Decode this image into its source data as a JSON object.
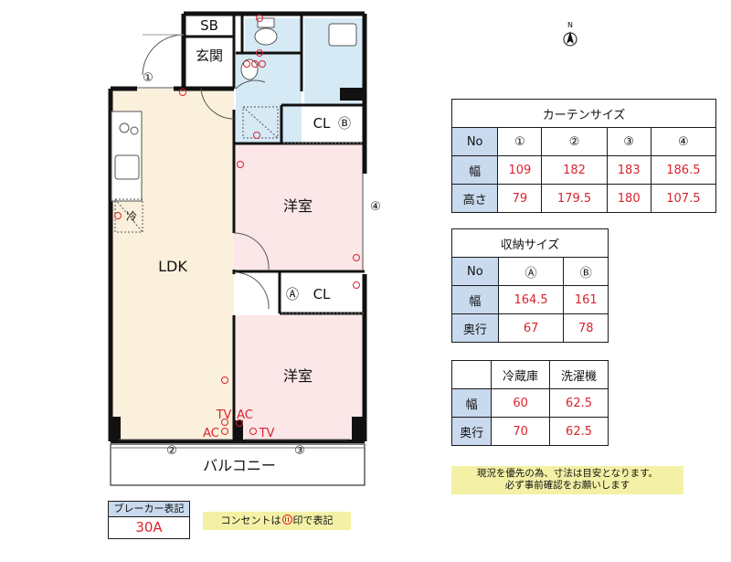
{
  "rooms": {
    "sb": "SB",
    "entrance": "玄関",
    "ldk": "LDK",
    "western_upper": "洋室",
    "western_lower": "洋室",
    "closet_upper": "CL",
    "closet_lower": "CL",
    "balcony": "バルコニー",
    "fridge": "冷"
  },
  "markers": {
    "window_1": "①",
    "window_2": "②",
    "window_3": "③",
    "window_4": "④",
    "closet_a": "Ⓐ",
    "closet_b": "Ⓑ"
  },
  "annotations": {
    "tv_left": "TV",
    "ac_left": "AC",
    "ac_right": "AC",
    "tv_right": "TV"
  },
  "compass": {
    "label": "N"
  },
  "curtain_table": {
    "title": "カーテンサイズ",
    "header": [
      "No",
      "①",
      "②",
      "③",
      "④"
    ],
    "rows": [
      [
        "幅",
        "109",
        "182",
        "183",
        "186.5"
      ],
      [
        "高さ",
        "79",
        "179.5",
        "180",
        "107.5"
      ]
    ]
  },
  "storage_table": {
    "title": "収納サイズ",
    "header": [
      "No",
      "Ⓐ",
      "Ⓑ"
    ],
    "rows": [
      [
        "幅",
        "164.5",
        "161"
      ],
      [
        "奥行",
        "67",
        "78"
      ]
    ]
  },
  "appliance_table": {
    "header": [
      "",
      "冷蔵庫",
      "洗濯機"
    ],
    "rows": [
      [
        "幅",
        "60",
        "62.5"
      ],
      [
        "奥行",
        "70",
        "62.5"
      ]
    ]
  },
  "note": {
    "line1": "現況を優先の為、寸法は目安となります。",
    "line2": "必ず事前確認をお願いします"
  },
  "breaker": {
    "label": "ブレーカー表記",
    "value": "30A"
  },
  "outlet_note": {
    "before": "コンセントは",
    "after": "印で表記"
  }
}
